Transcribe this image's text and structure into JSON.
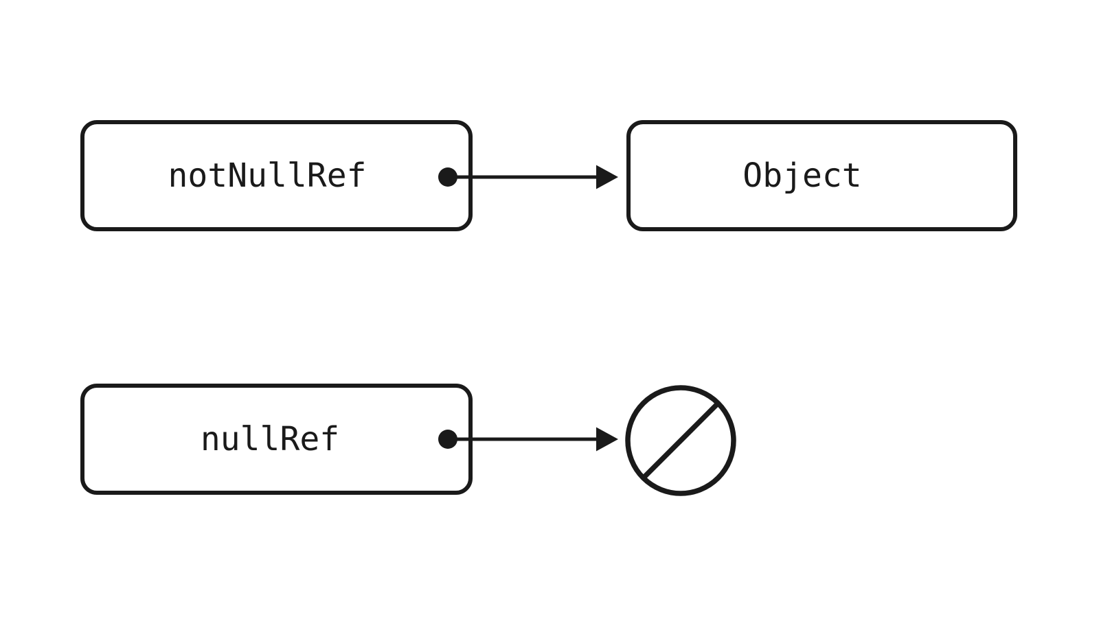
{
  "diagram": {
    "theme": {
      "background": "#ffffff",
      "stroke_color": "#1a1a1a"
    },
    "nodes": {
      "not_null_ref": {
        "label": "notNullRef"
      },
      "object": {
        "label": "Object"
      },
      "null_ref": {
        "label": "nullRef"
      }
    },
    "icons": {
      "null_symbol": "crossed-circle",
      "arrowhead": "filled-triangle-right",
      "reference_origin": "filled-dot"
    },
    "relations": [
      {
        "from": "notNullRef",
        "to": "Object"
      },
      {
        "from": "nullRef",
        "to": "null"
      }
    ]
  }
}
